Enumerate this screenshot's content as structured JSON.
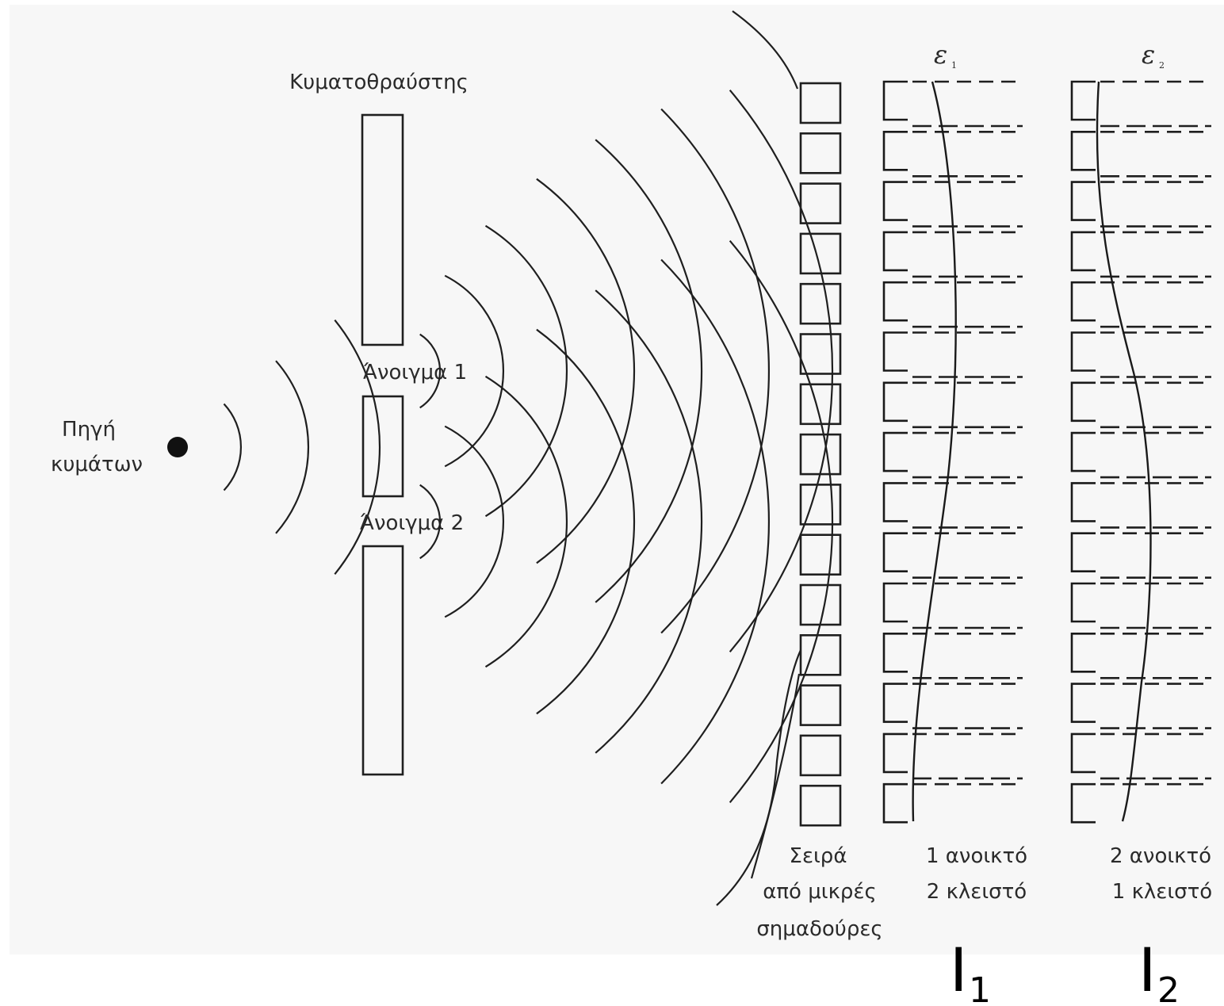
{
  "labels": {
    "breakwater": "Κυματοθραύστης",
    "opening_1": "Άνοιγμα 1",
    "opening_2": "Άνοιγμα 2",
    "source_line1": "Πηγή",
    "source_line2": "κυμάτων",
    "buoys_line1": "Σειρά",
    "buoys_line2": "από μικρές",
    "buoys_line3": "σημαδούρες",
    "case1_line1": "1 ανοικτό",
    "case1_line2": "2 κλειστό",
    "case2_line1": "2 ανοικτό",
    "case2_line2": "1 κλειστό",
    "eps1_symbol": "ε",
    "eps1_sub": "1",
    "eps2_symbol": "ε",
    "eps2_sub": "2",
    "I1_symbol": "I",
    "I1_sub": "1",
    "I2_symbol": "I",
    "I2_sub": "2"
  },
  "colors": {
    "ink": "#1a1a1a",
    "panel": "#f7f7f7",
    "background": "#ffffff"
  }
}
